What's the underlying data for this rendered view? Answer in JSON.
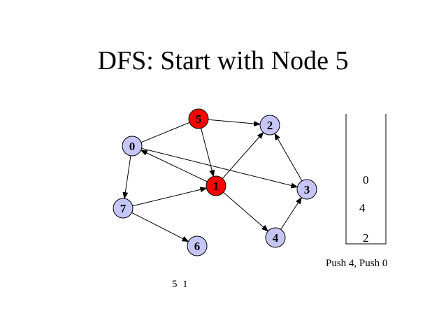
{
  "slide": {
    "title": "DFS: Start with Node 5",
    "visited_order": "5  1",
    "stack_caption": "Push 4, Push 0"
  },
  "colors": {
    "visited_node": "#ff0000",
    "unvisited_node": "#c6c6f6",
    "node_stroke": "#000000",
    "edge": "#000000"
  },
  "graph": {
    "nodes": [
      {
        "id": "5",
        "label": "5",
        "state": "visited"
      },
      {
        "id": "2",
        "label": "2",
        "state": "unvisited"
      },
      {
        "id": "0",
        "label": "0",
        "state": "unvisited"
      },
      {
        "id": "1",
        "label": "1",
        "state": "visited"
      },
      {
        "id": "3",
        "label": "3",
        "state": "unvisited"
      },
      {
        "id": "7",
        "label": "7",
        "state": "unvisited"
      },
      {
        "id": "4",
        "label": "4",
        "state": "unvisited"
      },
      {
        "id": "6",
        "label": "6",
        "state": "unvisited"
      }
    ],
    "edges": [
      {
        "from": "5",
        "to": "2",
        "directed": true
      },
      {
        "from": "5",
        "to": "1",
        "directed": true
      },
      {
        "from": "5",
        "to": "0",
        "directed": false
      },
      {
        "from": "1",
        "to": "2",
        "directed": true
      },
      {
        "from": "1",
        "to": "0",
        "directed": true
      },
      {
        "from": "0",
        "to": "3",
        "directed": true
      },
      {
        "from": "0",
        "to": "7",
        "directed": true
      },
      {
        "from": "7",
        "to": "1",
        "directed": true
      },
      {
        "from": "7",
        "to": "6",
        "directed": true
      },
      {
        "from": "1",
        "to": "4",
        "directed": true
      },
      {
        "from": "4",
        "to": "3",
        "directed": true
      },
      {
        "from": "3",
        "to": "2",
        "directed": true
      }
    ]
  },
  "stack": {
    "items": [
      "0",
      "4",
      "2"
    ]
  }
}
